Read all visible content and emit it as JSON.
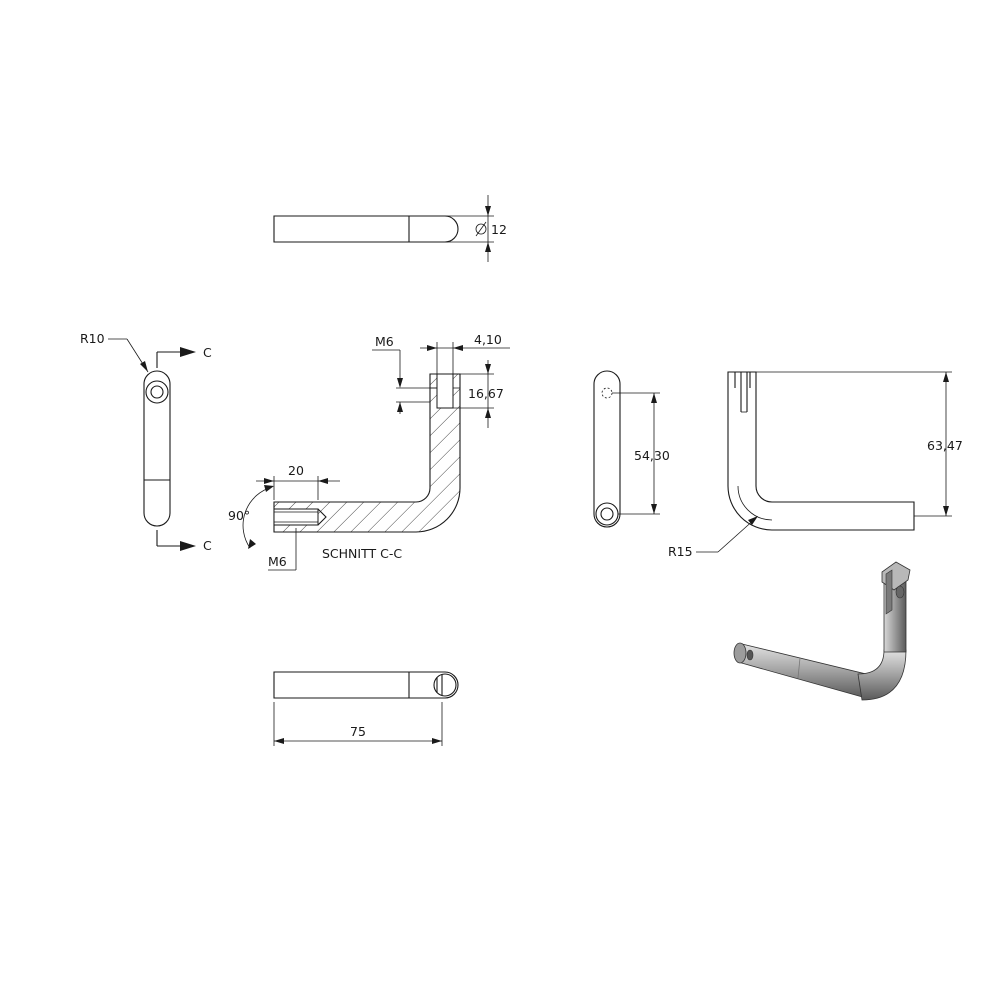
{
  "drawing": {
    "dim_diameter": "12",
    "dim_length": "75",
    "dim_radius_end": "R10",
    "dim_radius_bend": "R15",
    "dim_thread_top": "M6",
    "dim_thread_bottom": "M6",
    "dim_slot_width": "4,10",
    "dim_slot_depth": "16,67",
    "dim_thread_length": "20",
    "dim_angle": "90°",
    "dim_hole_spacing": "54,30",
    "dim_height": "63,47",
    "section_label": "SCHNITT C-C",
    "section_marker_top": "C",
    "section_marker_bottom": "C"
  },
  "colors": {
    "line": "#1a1a1a",
    "shade_dark": "#6b6b6b",
    "shade_light": "#c8c8c8"
  }
}
